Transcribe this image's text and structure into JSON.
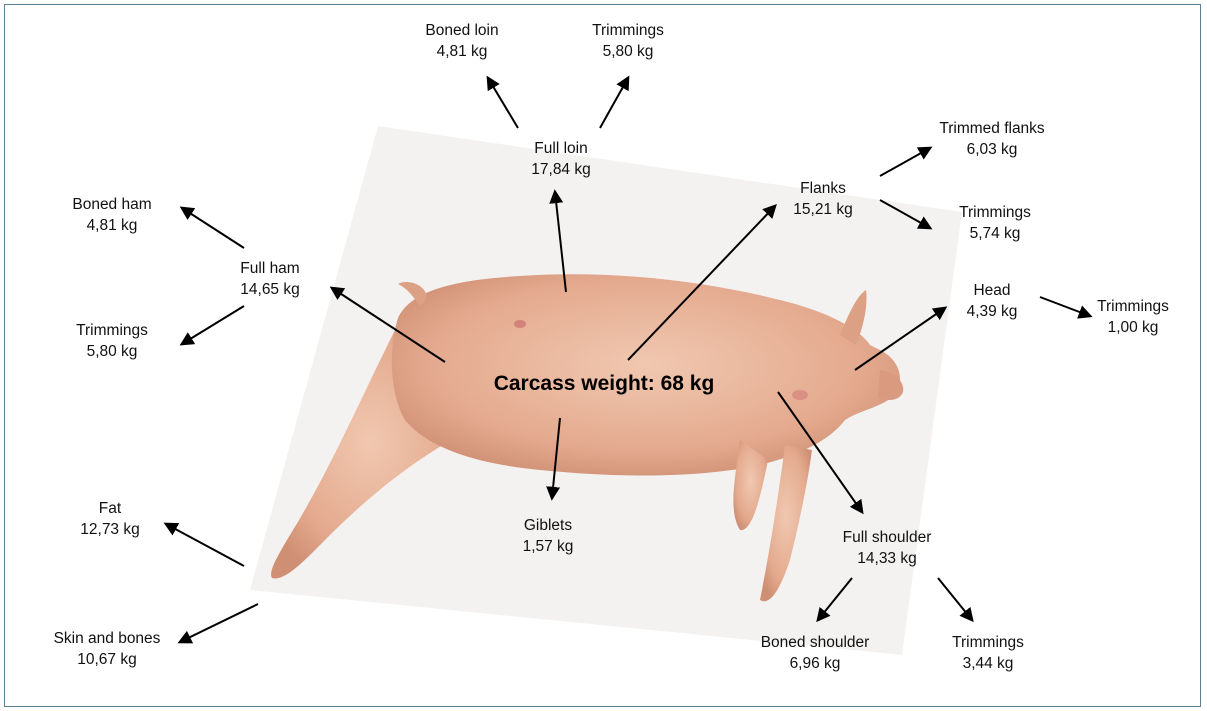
{
  "center": {
    "label": "Carcass weight: 68 kg"
  },
  "parts": {
    "boned_loin": {
      "name": "Boned loin",
      "weight": "4,81 kg"
    },
    "loin_trimmings": {
      "name": "Trimmings",
      "weight": "5,80 kg"
    },
    "full_loin": {
      "name": "Full loin",
      "weight": "17,84 kg"
    },
    "trimmed_flanks": {
      "name": "Trimmed flanks",
      "weight": "6,03 kg"
    },
    "flanks": {
      "name": "Flanks",
      "weight": "15,21 kg"
    },
    "flank_trimmings": {
      "name": "Trimmings",
      "weight": "5,74 kg"
    },
    "boned_ham": {
      "name": "Boned ham",
      "weight": "4,81 kg"
    },
    "full_ham": {
      "name": "Full ham",
      "weight": "14,65 kg"
    },
    "ham_trimmings": {
      "name": "Trimmings",
      "weight": "5,80 kg"
    },
    "head": {
      "name": "Head",
      "weight": "4,39 kg"
    },
    "head_trimmings": {
      "name": "Trimmings",
      "weight": "1,00 kg"
    },
    "fat": {
      "name": "Fat",
      "weight": "12,73 kg"
    },
    "giblets": {
      "name": "Giblets",
      "weight": "1,57 kg"
    },
    "full_shoulder": {
      "name": "Full shoulder",
      "weight": "14,33 kg"
    },
    "skin_bones": {
      "name": "Skin and bones",
      "weight": "10,67 kg"
    },
    "boned_shoulder": {
      "name": "Boned shoulder",
      "weight": "6,96 kg"
    },
    "shoulder_trimmings": {
      "name": "Trimmings",
      "weight": "3,44 kg"
    }
  },
  "colors": {
    "frame": "#5b7f95",
    "arrow": "#000000",
    "pig_skin": "#e9b39a",
    "photo_bg": "#f4f2f0"
  }
}
